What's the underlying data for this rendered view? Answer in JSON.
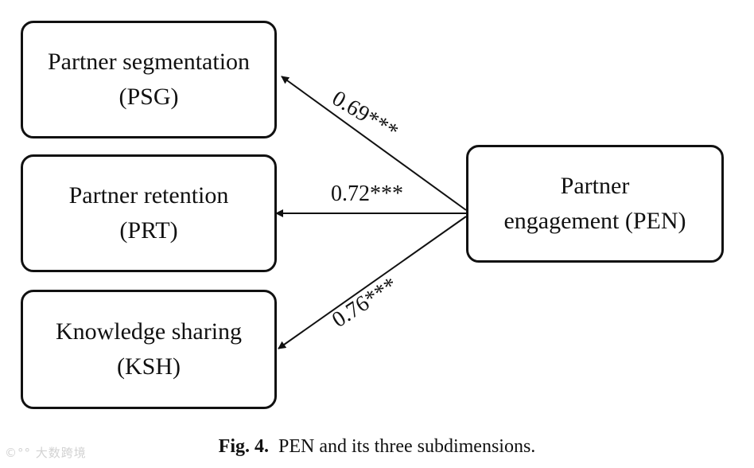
{
  "nodes": {
    "psg": {
      "line1": "Partner segmentation",
      "line2": "(PSG)"
    },
    "prt": {
      "line1": "Partner retention",
      "line2": "(PRT)"
    },
    "ksh": {
      "line1": "Knowledge sharing",
      "line2": "(KSH)"
    },
    "pen": {
      "line1": "Partner",
      "line2": "engagement (PEN)"
    }
  },
  "edges": {
    "pen_to_psg": {
      "label": "0.69***"
    },
    "pen_to_prt": {
      "label": "0.72***"
    },
    "pen_to_ksh": {
      "label": "0.76***"
    }
  },
  "caption": {
    "fig": "Fig. 4.",
    "text": "PEN and its three subdimensions."
  },
  "watermark": "©°° 大数跨境"
}
